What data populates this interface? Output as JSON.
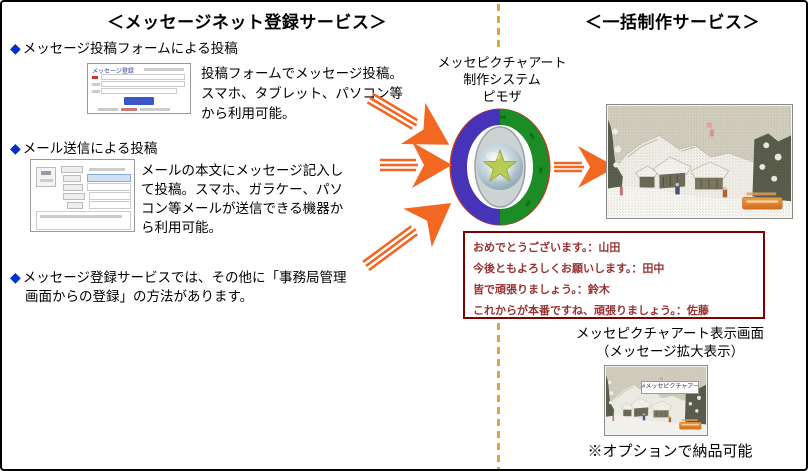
{
  "registration_panel": {
    "title": "＜メッセージネット登録サービス＞",
    "bullet": "◆",
    "form_section": {
      "heading": "メッセージ投稿フォームによる投稿",
      "thumb_title": "メッセージ登録",
      "body_lines": [
        "投稿フォームでメッセージ投稿。",
        "スマホ、タブレット、パソコン等",
        "から利用可能。"
      ]
    },
    "mail_section": {
      "heading": "メール送信による投稿",
      "body_lines": [
        "メールの本文にメッセージ記入し",
        "て投稿。スマホ、ガラケー、パソ",
        "コン等メールが送信できる機器か",
        "ら利用可能。"
      ]
    },
    "other_section": {
      "line1": "メッセージ登録サービスでは、その他に「事務局管理",
      "line2": "画面からの登録」の方法があります。"
    }
  },
  "system": {
    "label_lines": [
      "メッセピクチャアート",
      "制作システム",
      "ピモザ"
    ]
  },
  "production_panel": {
    "title": "＜一括制作サービス＞",
    "messages": [
      "おめでとうございます。：山田",
      "今後ともよろしくお願いします。：田中",
      "皆で頑張りましょう。：鈴木",
      "これからが本番ですね、頑張りましょう。：佐藤"
    ],
    "display_caption_lines": [
      "メッセピクチャアート表示画面",
      "（メッセージ拡大表示）"
    ],
    "zoom_overlay_label": "#メッセピクチャアート",
    "option_note": "※オプションで納品可能"
  },
  "colors": {
    "arrow_orange": "#F26722",
    "divider_orange": "#E2A23F",
    "bullet_blue": "#0030CC",
    "message_text_red": "#993333",
    "message_border_red": "#800000"
  }
}
